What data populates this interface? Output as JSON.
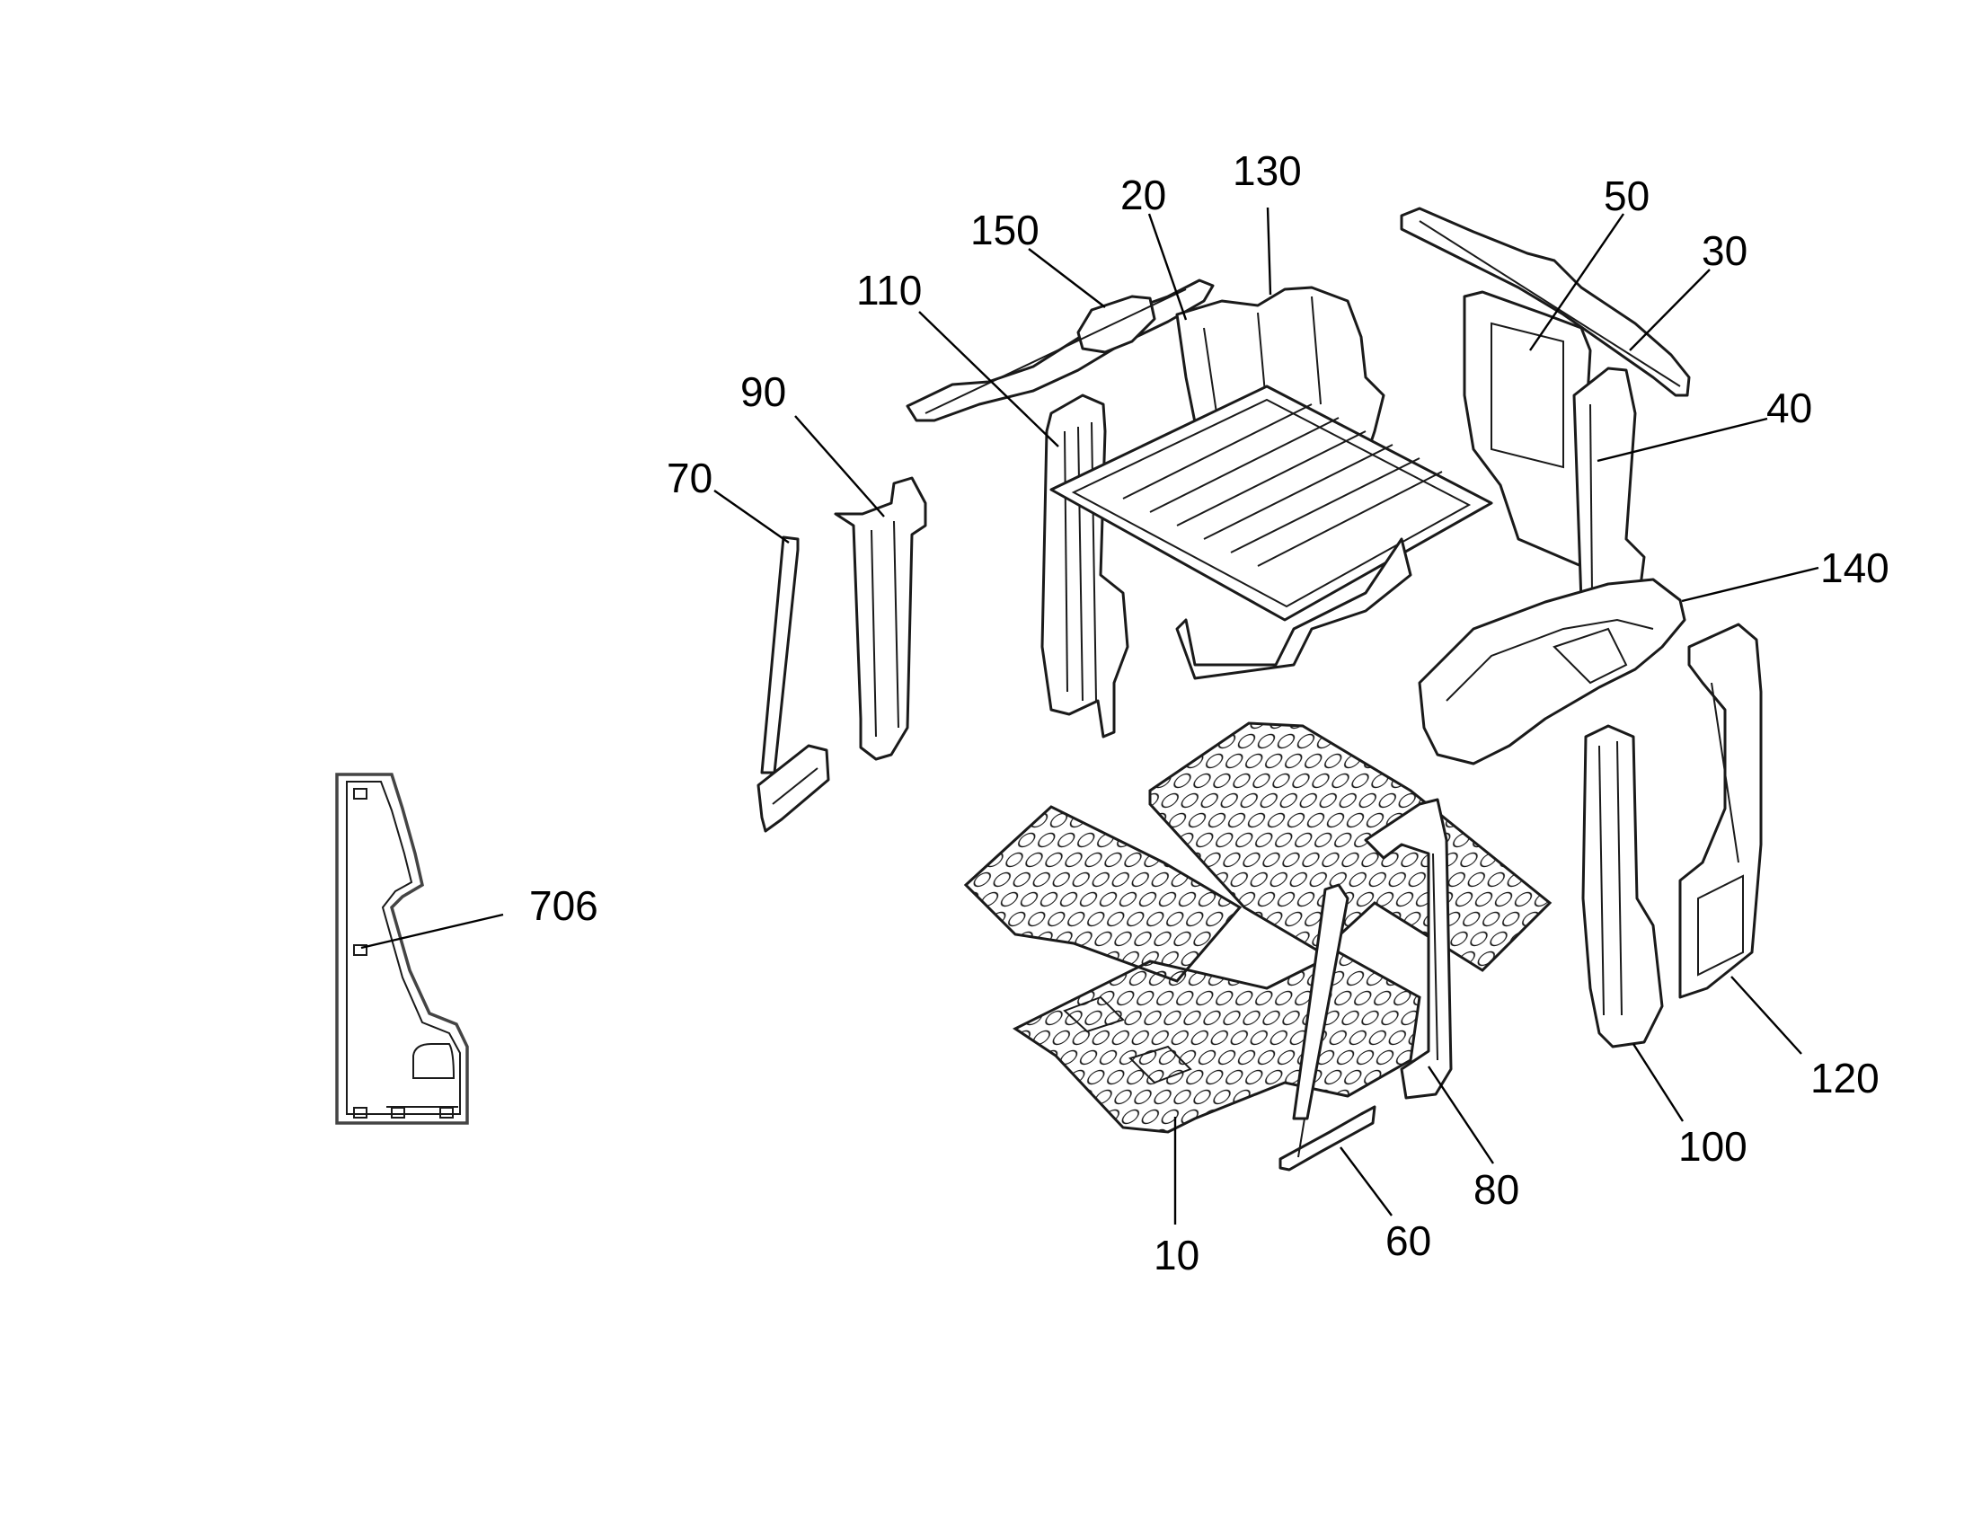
{
  "diagram": {
    "callouts": {
      "c10": "10",
      "c20": "20",
      "c30": "30",
      "c40": "40",
      "c50": "50",
      "c60": "60",
      "c70": "70",
      "c80": "80",
      "c90": "90",
      "c100": "100",
      "c110": "110",
      "c120": "120",
      "c130": "130",
      "c140": "140",
      "c150": "150",
      "c706": "706"
    }
  }
}
